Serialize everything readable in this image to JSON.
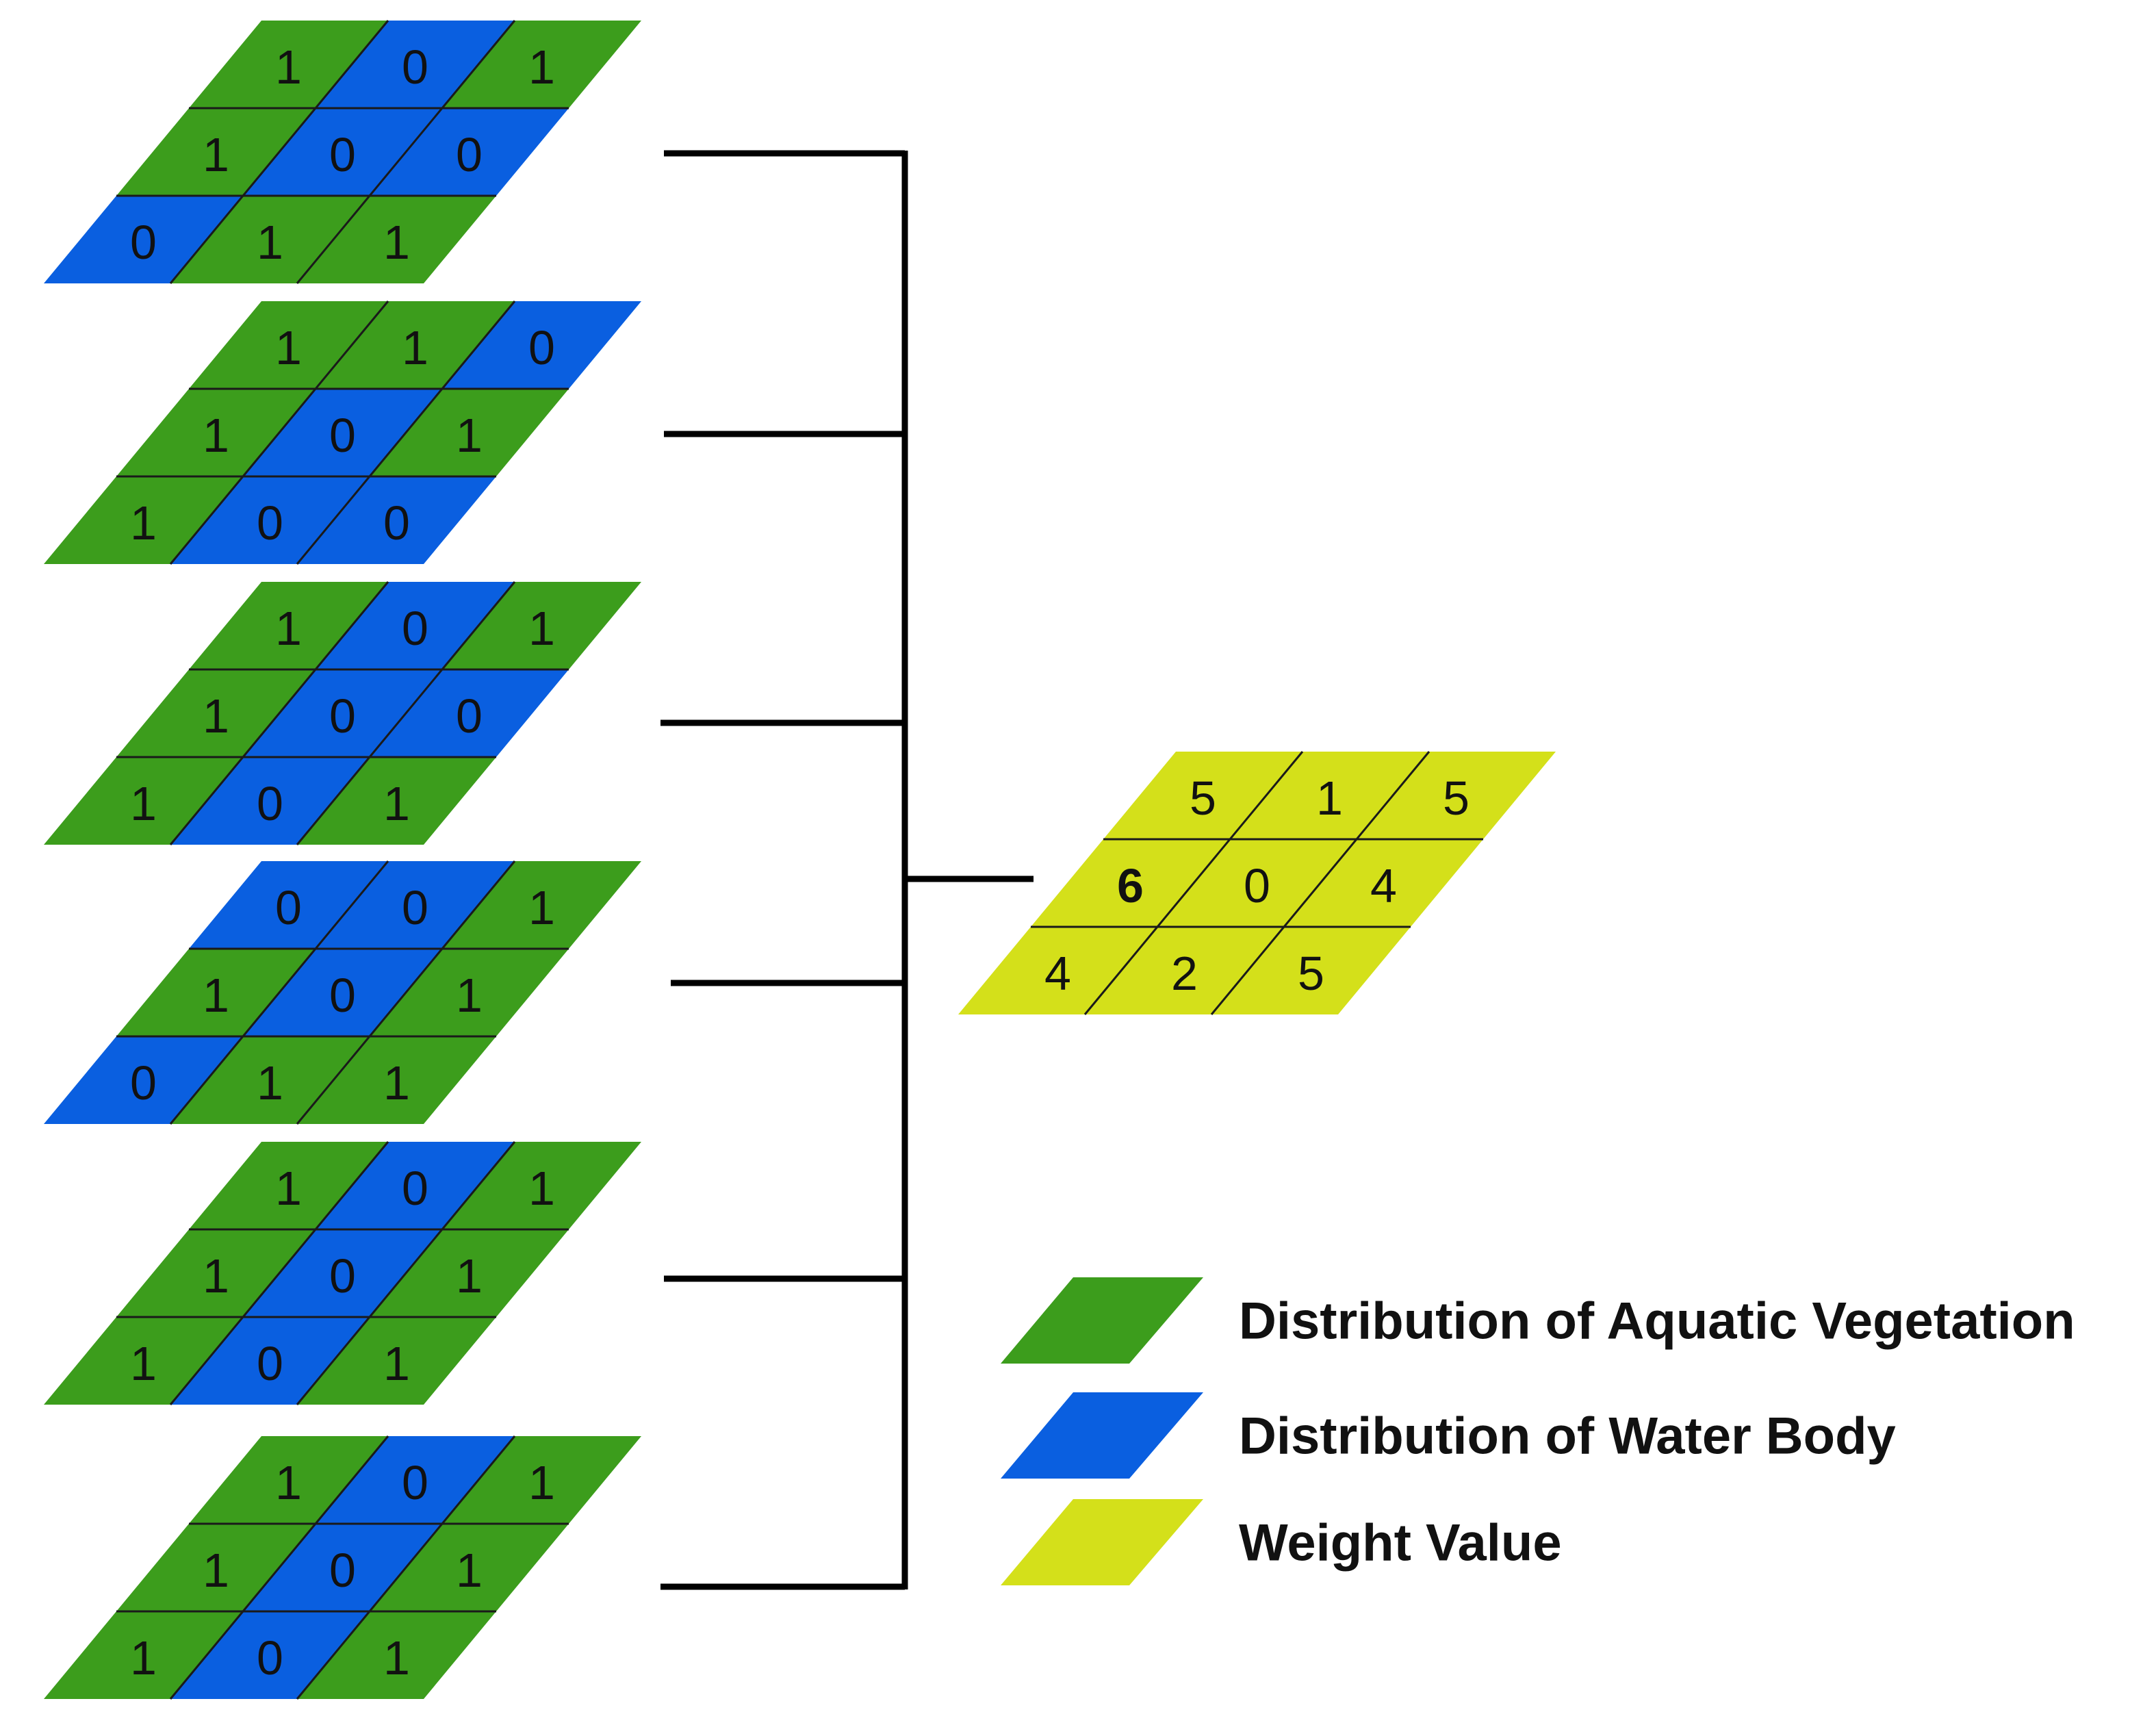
{
  "colors": {
    "vegetation": "#3c9d1c",
    "water": "#0a5fe0",
    "weight": "#d4e01a",
    "line": "#000000"
  },
  "input_grids": [
    {
      "values": [
        [
          1,
          0,
          1
        ],
        [
          1,
          0,
          0
        ],
        [
          0,
          1,
          1
        ]
      ],
      "types": [
        [
          "veg",
          "water",
          "veg"
        ],
        [
          "veg",
          "water",
          "water"
        ],
        [
          "water",
          "veg",
          "veg"
        ]
      ]
    },
    {
      "values": [
        [
          1,
          1,
          0
        ],
        [
          1,
          0,
          1
        ],
        [
          1,
          0,
          0
        ]
      ],
      "types": [
        [
          "veg",
          "veg",
          "water"
        ],
        [
          "veg",
          "water",
          "veg"
        ],
        [
          "veg",
          "water",
          "water"
        ]
      ]
    },
    {
      "values": [
        [
          1,
          0,
          1
        ],
        [
          1,
          0,
          0
        ],
        [
          1,
          0,
          1
        ]
      ],
      "types": [
        [
          "veg",
          "water",
          "veg"
        ],
        [
          "veg",
          "water",
          "water"
        ],
        [
          "veg",
          "water",
          "veg"
        ]
      ]
    },
    {
      "values": [
        [
          0,
          0,
          1
        ],
        [
          1,
          0,
          1
        ],
        [
          0,
          1,
          1
        ]
      ],
      "types": [
        [
          "water",
          "water",
          "veg"
        ],
        [
          "veg",
          "water",
          "veg"
        ],
        [
          "water",
          "veg",
          "veg"
        ]
      ]
    },
    {
      "values": [
        [
          1,
          0,
          1
        ],
        [
          1,
          0,
          1
        ],
        [
          1,
          0,
          1
        ]
      ],
      "types": [
        [
          "veg",
          "water",
          "veg"
        ],
        [
          "veg",
          "water",
          "veg"
        ],
        [
          "veg",
          "water",
          "veg"
        ]
      ]
    },
    {
      "values": [
        [
          1,
          0,
          1
        ],
        [
          1,
          0,
          1
        ],
        [
          1,
          0,
          1
        ]
      ],
      "types": [
        [
          "veg",
          "water",
          "veg"
        ],
        [
          "veg",
          "water",
          "veg"
        ],
        [
          "veg",
          "water",
          "veg"
        ]
      ]
    }
  ],
  "weight_grid": {
    "values": [
      [
        5,
        1,
        5
      ],
      [
        6,
        0,
        4
      ],
      [
        4,
        2,
        5
      ]
    ]
  },
  "legend": [
    {
      "label": "Distribution of Aquatic Vegetation",
      "color_key": "vegetation"
    },
    {
      "label": "Distribution of Water Body",
      "color_key": "water"
    },
    {
      "label": "Weight Value",
      "color_key": "weight"
    }
  ]
}
